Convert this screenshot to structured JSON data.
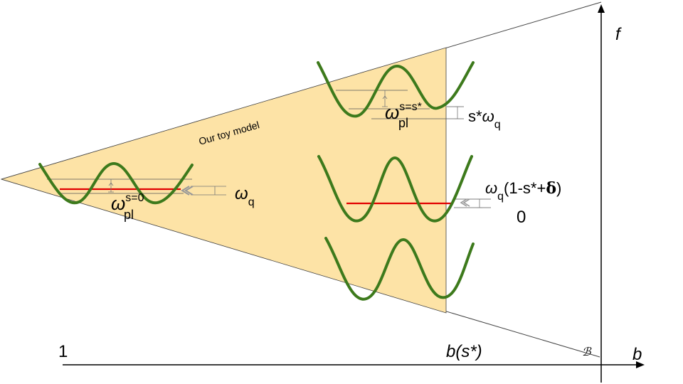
{
  "diagram": {
    "region_label": "Our toy model",
    "axes": {
      "x_label": "b",
      "y_label": "f"
    },
    "x_marks": {
      "left": "1",
      "right": "b(s*)"
    },
    "corner_symbol": "ℬ",
    "left_well": {
      "omega_pl": "ω",
      "omega_pl_sub": "pl",
      "omega_pl_sup": "s=0",
      "omega_q": "ω",
      "omega_q_sub": "q"
    },
    "top_well": {
      "omega_pl": "ω",
      "omega_pl_sub": "pl",
      "omega_pl_sup": "s=s*",
      "sq_prefix": "s*",
      "sq_omega": "ω",
      "sq_sub": "q"
    },
    "mid_well": {
      "omega": "ω",
      "sub": "q",
      "paren_open": "(1-s*+",
      "delta": "δ",
      "paren_close": ")",
      "zero_label": "0"
    },
    "colors": {
      "region_fill": "#fde3a6",
      "well_stroke": "#3d7a1c",
      "level_line": "#e10000"
    }
  }
}
